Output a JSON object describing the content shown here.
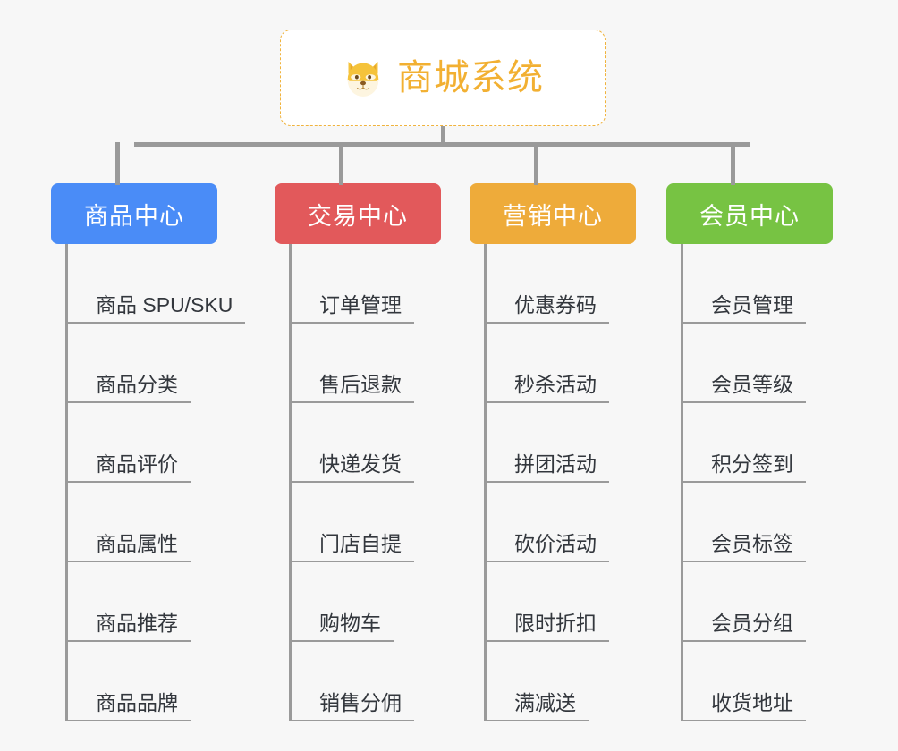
{
  "root": {
    "title": "商城系统",
    "icon": "shiba-dog-face-icon",
    "border_color": "#f0b33d",
    "text_color": "#f2b032",
    "background": "#ffffff"
  },
  "canvas": {
    "background": "#f7f7f7",
    "connector_color": "#9a9a9a"
  },
  "branches": [
    {
      "label": "商品中心",
      "color": "#4a8cf7",
      "items": [
        "商品 SPU/SKU",
        "商品分类",
        "商品评价",
        "商品属性",
        "商品推荐",
        "商品品牌"
      ]
    },
    {
      "label": "交易中心",
      "color": "#e2595b",
      "items": [
        "订单管理",
        "售后退款",
        "快递发货",
        "门店自提",
        "购物车",
        "销售分佣"
      ]
    },
    {
      "label": "营销中心",
      "color": "#eeab3a",
      "items": [
        "优惠券码",
        "秒杀活动",
        "拼团活动",
        "砍价活动",
        "限时折扣",
        "满减送"
      ]
    },
    {
      "label": "会员中心",
      "color": "#77c343",
      "items": [
        "会员管理",
        "会员等级",
        "积分签到",
        "会员标签",
        "会员分组",
        "收货地址"
      ]
    }
  ]
}
